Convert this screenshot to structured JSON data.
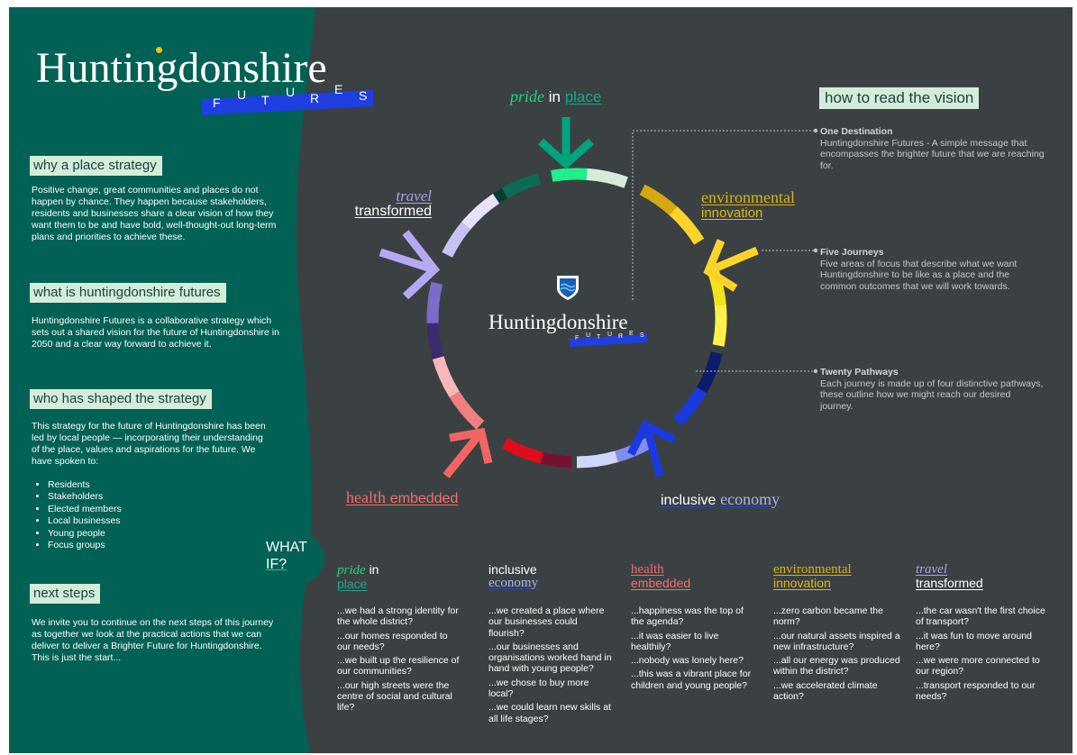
{
  "logo": {
    "title": "Huntingdonshire",
    "subtitle_letters": [
      "F",
      "U",
      "T",
      "U",
      "R",
      "E",
      "S"
    ]
  },
  "sections": [
    {
      "heading": "why a place strategy",
      "body": "Positive change, great communities and places do not happen by chance. They happen because stakeholders, residents and businesses share a clear vision of how they want them to be and have bold, well-thought-out long-term plans and priorities to achieve these."
    },
    {
      "heading": "what is huntingdonshire futures",
      "body": "Huntingdonshire Futures is a collaborative strategy which sets out a shared vision for the future of Huntingdonshire in 2050 and a clear way forward to achieve it."
    },
    {
      "heading": "who has shaped the strategy",
      "body": "This strategy for the future of Huntingdonshire has been led by local people — incorporating their understanding of the place, values and aspirations for the future. We have spoken to:"
    },
    {
      "heading": "next steps",
      "body": "We invite you to continue on the next steps of this journey as together we look at the practical actions that we can deliver to deliver a Brighter Future for Huntingdonshire. This is just the start..."
    }
  ],
  "stakeholders": [
    "Residents",
    "Stakeholders",
    "Elected members",
    "Local businesses",
    "Young people",
    "Focus groups"
  ],
  "what_if": {
    "line1": "WHAT",
    "line2": "IF?"
  },
  "journeys": {
    "pride": {
      "a": "pride",
      "b": "in",
      "c": "place"
    },
    "env": {
      "a": "environmental",
      "b": "innovation"
    },
    "travel": {
      "a": "travel",
      "b": "transformed"
    },
    "health": {
      "a": "health",
      "b": "embedded"
    },
    "economy": {
      "a": "inclusive",
      "b": "economy"
    }
  },
  "how_to_read": {
    "title": "how to read the vision",
    "items": [
      {
        "title": "One Destination",
        "text": "Huntingdonshire Futures - A simple message that encompasses the brighter future that we are reaching for."
      },
      {
        "title": "Five Journeys",
        "text": "Five areas of focus that describe what we want Huntingdonshire to be like as a place and the common outcomes that we will work towards."
      },
      {
        "title": "Twenty Pathways",
        "text": "Each journey is made up of four distinctive pathways, these outline how we might reach our desired journey."
      }
    ]
  },
  "columns": [
    {
      "head_a": "pride",
      "head_b": "in",
      "head_c": "place",
      "items": [
        "...we had a strong identity for the whole district?",
        "...our homes responded to our needs?",
        "...we built up the  resilience of our communities?",
        "...our high streets were the centre of social and cultural life?"
      ]
    },
    {
      "head_a": "inclusive",
      "head_b": "economy",
      "items": [
        "...we created a place where our businesses could flourish?",
        "...our businesses  and organisations worked hand in hand with young people?",
        "...we chose to buy more local?",
        "...we could learn new skills at all life stages?"
      ]
    },
    {
      "head_a": "health",
      "head_b": "embedded",
      "items": [
        "...happiness was the top of the agenda?",
        "...it was easier to live healthily?",
        "...nobody was lonely here?",
        "...this was a vibrant place for children and young people?"
      ]
    },
    {
      "head_a": "environmental",
      "head_b": "innovation",
      "items": [
        "...zero carbon became the norm?",
        "...our natural assets inspired a new infrastructure?",
        "...all our energy was produced within the district?",
        "...we accelerated climate action?"
      ]
    },
    {
      "head_a": "travel",
      "head_b": "transformed",
      "items": [
        "...the car wasn't the first choice of transport?",
        "...it was fun to move around here?",
        "...we were more connected to our region?",
        "...transport responded to our needs?"
      ]
    }
  ],
  "colors": {
    "page_bg": "#3b4142",
    "left_panel": "#006154",
    "heading_bg": "#d5ecdb",
    "pride": "#00a37f",
    "environment": "#f2c20f",
    "economy": "#1a3ad6",
    "health": "#f26b6b",
    "travel": "#b6a8f2"
  }
}
